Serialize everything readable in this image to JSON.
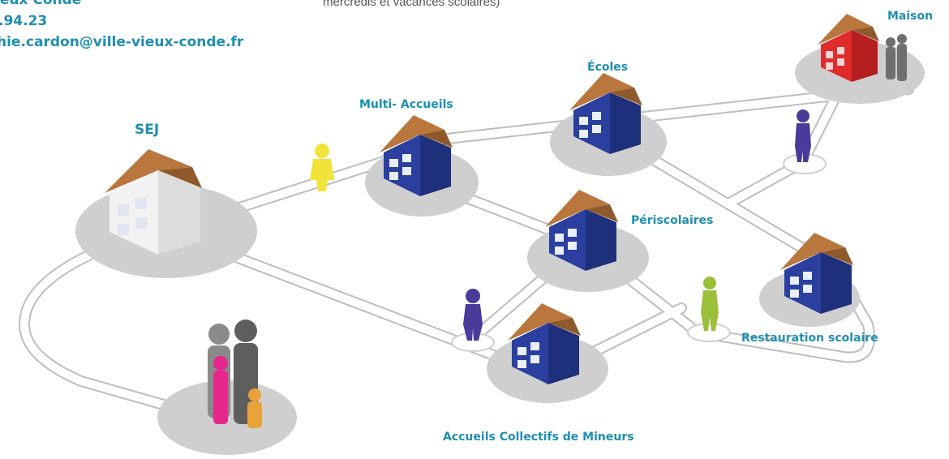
{
  "header": {
    "line1": "ieux Condé",
    "line2": ".94.23",
    "email": "hie.cardon@ville-vieux-conde.fr",
    "top_note": "mercredis et vacances scolaires)"
  },
  "nodes": {
    "sej": "SEJ",
    "multi": "Multi- Accueils",
    "ecoles": "Écoles",
    "maison": "Maison",
    "periscolaires": "Périscolaires",
    "restauration": "Restauration scolaire",
    "acm": "Accueils Collectifs de Mineurs"
  },
  "colors": {
    "label": "#1e8fb0",
    "house_blue": "#2b3f9e",
    "house_white": "#f2f2f2",
    "house_red": "#e02b2b",
    "roof": "#b9773e",
    "platform": "#cfcfcf",
    "path": "#e3e3e3",
    "child_yellow": "#f2e33a",
    "child_purple": "#4a3a9a",
    "child_green": "#9cbf3a",
    "child_pink": "#e6268c",
    "adult_gray": "#6f6f6f"
  }
}
